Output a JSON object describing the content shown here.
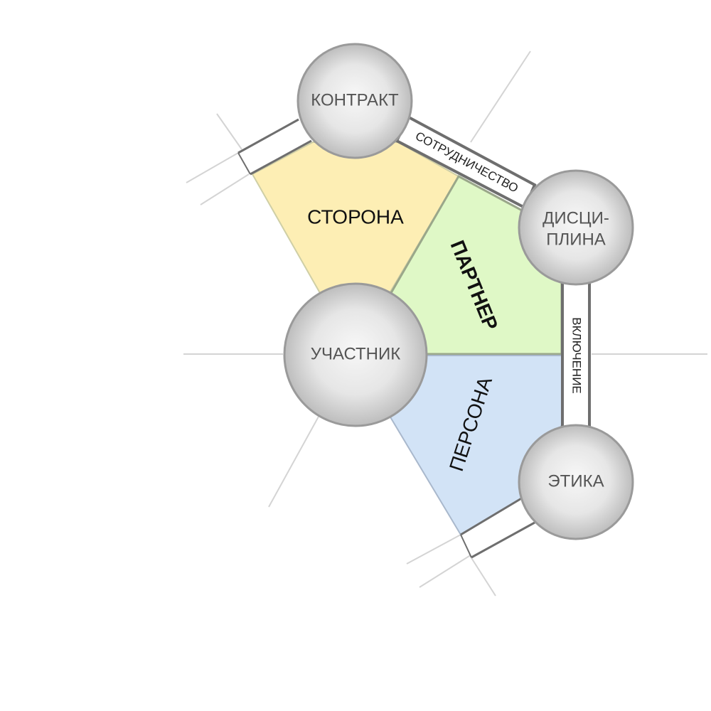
{
  "nodes": {
    "contract": "КОНТРАКТ",
    "discipline_line1": "ДИСЦИ-",
    "discipline_line2": "ПЛИНА",
    "participant": "УЧАСТНИК",
    "ethics": "ЭТИКА"
  },
  "regions": {
    "side": "СТОРОНА",
    "partner": "ПАРТНЕР",
    "persona": "ПЕРСОНА"
  },
  "links": {
    "cooperation": "СОТРУДНИЧЕСТВО",
    "inclusion": "ВКЛЮЧЕНИЕ"
  },
  "colors": {
    "side_fill": "#fdeeb4",
    "partner_fill": "#dff8c6",
    "persona_fill": "#d2e3f6",
    "sphere_light": "#f6f6f6",
    "sphere_dark": "#bdbdbd",
    "sphere_stroke": "#9a9a9a",
    "band_stroke": "#6e6e6e"
  }
}
